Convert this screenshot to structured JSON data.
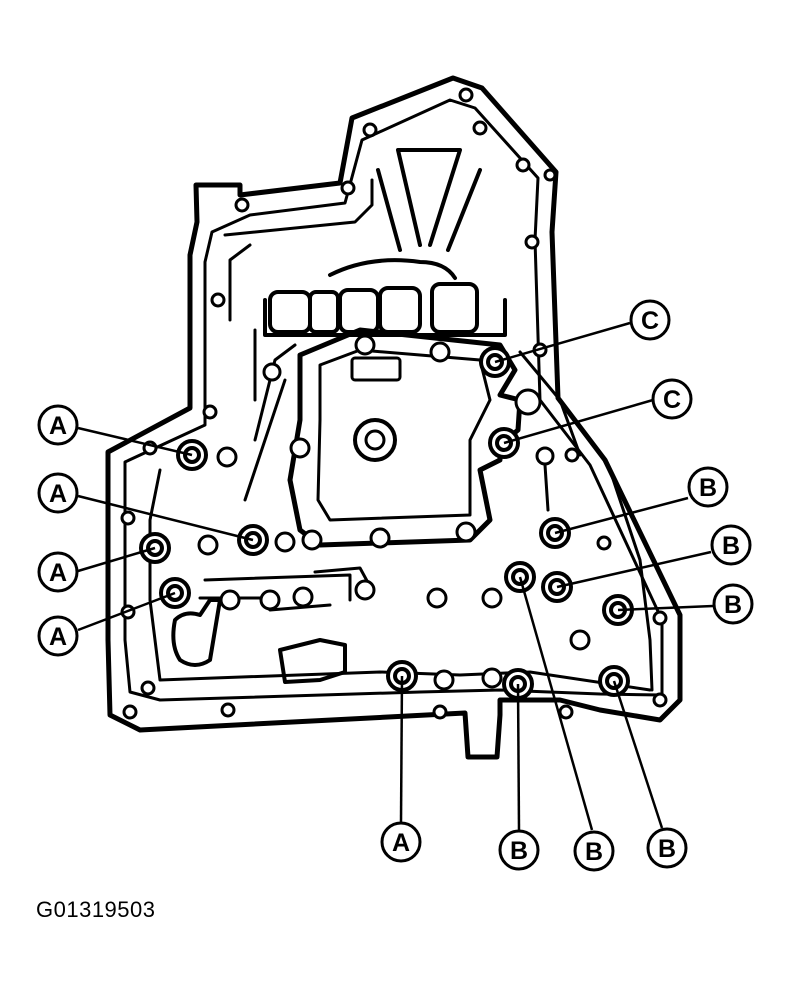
{
  "figure_code": "G01319503",
  "callouts": [
    {
      "id": "c1",
      "label": "C"
    },
    {
      "id": "c2",
      "label": "C"
    },
    {
      "id": "a1",
      "label": "A"
    },
    {
      "id": "a2",
      "label": "A"
    },
    {
      "id": "a3",
      "label": "A"
    },
    {
      "id": "a4",
      "label": "A"
    },
    {
      "id": "b1",
      "label": "B"
    },
    {
      "id": "b2",
      "label": "B"
    },
    {
      "id": "b3",
      "label": "B"
    },
    {
      "id": "a5",
      "label": "A"
    },
    {
      "id": "b4",
      "label": "B"
    },
    {
      "id": "b5",
      "label": "B"
    },
    {
      "id": "b6",
      "label": "B"
    }
  ]
}
